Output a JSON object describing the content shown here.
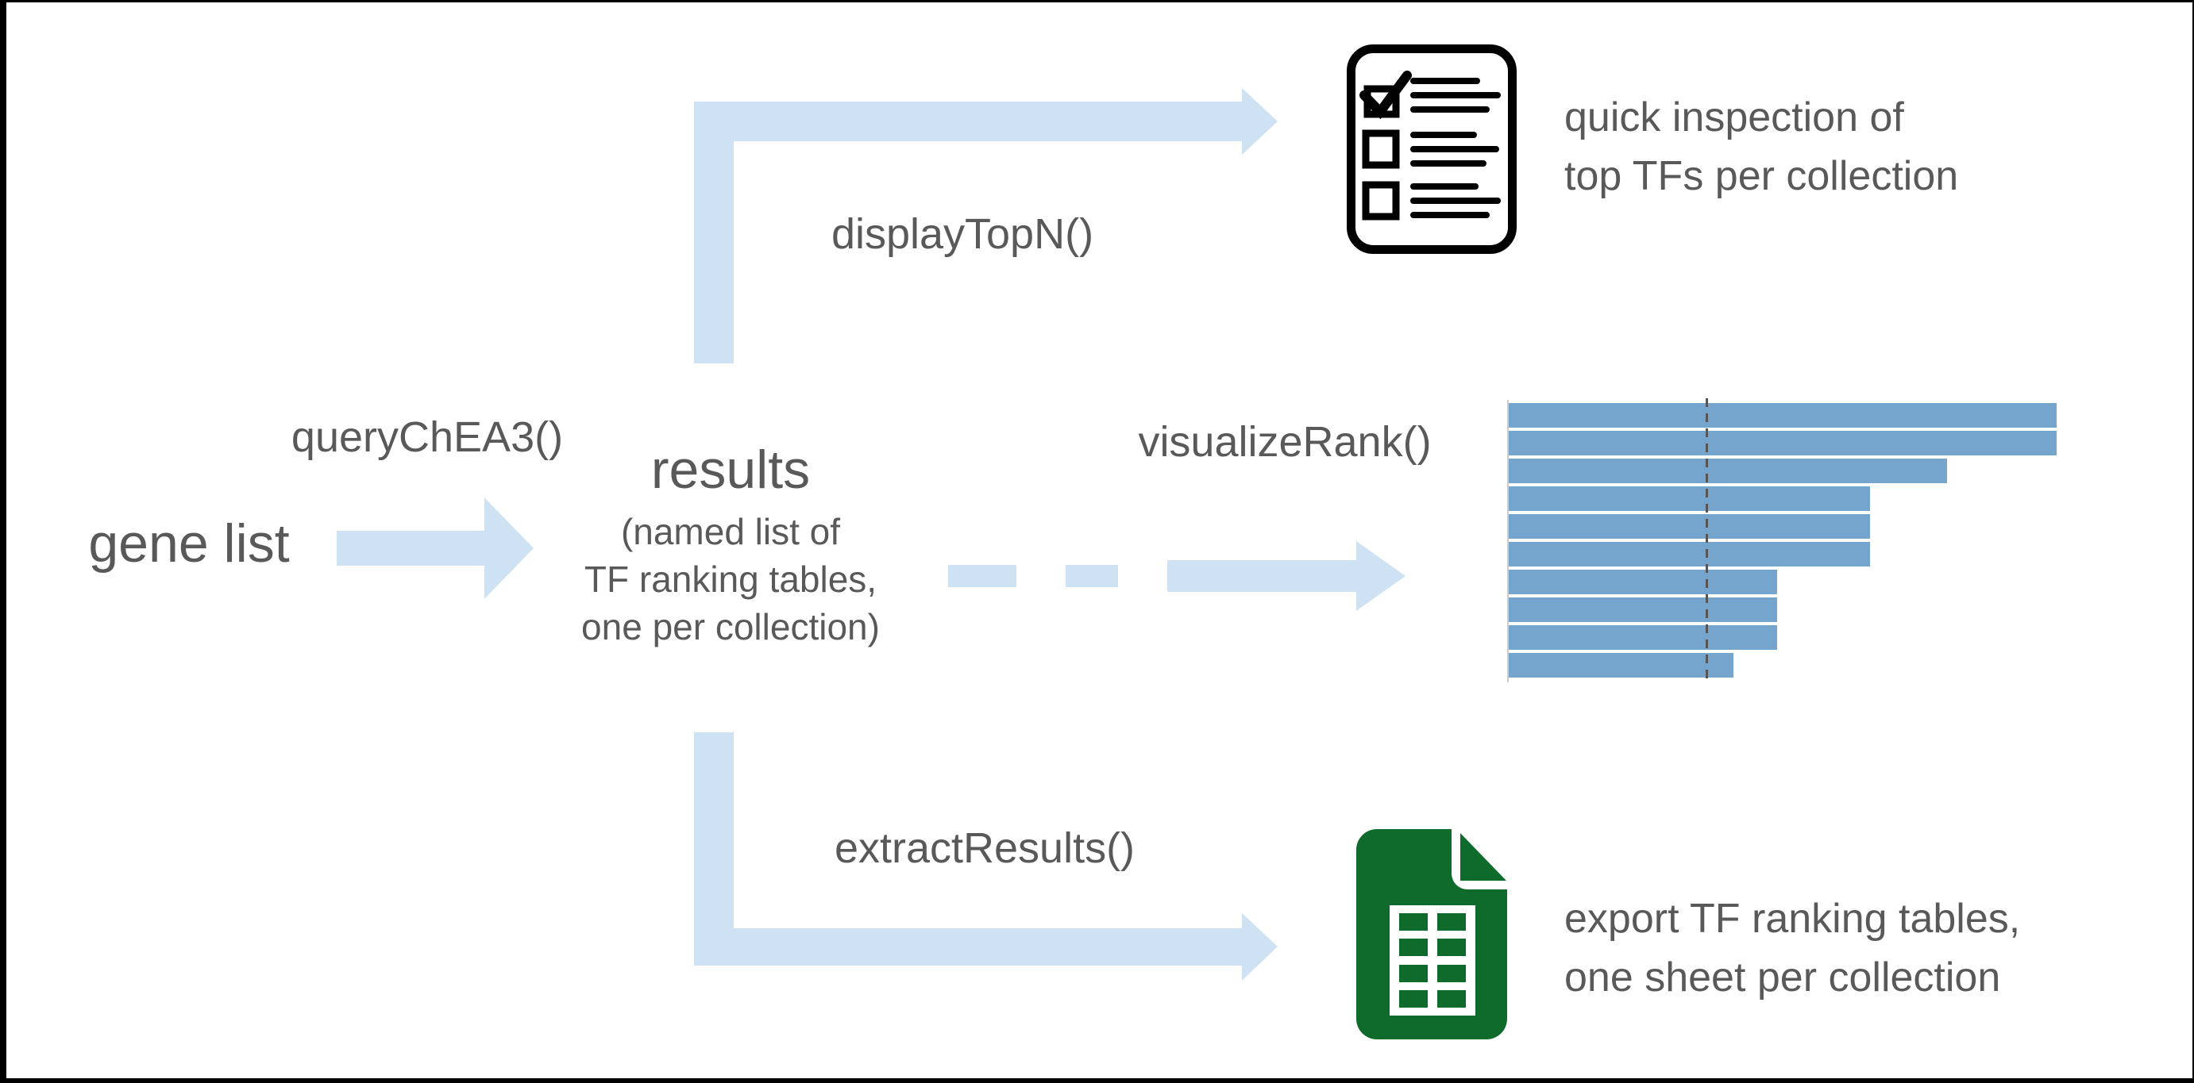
{
  "figure": {
    "kind": "workflow-diagram",
    "colors": {
      "arrow_light_blue": "#cfe2f3",
      "bar_blue": "#75a5cc",
      "text_gray": "#595959",
      "checklist_black": "#000000",
      "spreadsheet_green": "#0e6b2b"
    },
    "nodes": {
      "gene_list": "gene list",
      "results_title": "results",
      "results_sub": [
        "(named list of",
        "TF ranking tables,",
        "one per collection)"
      ]
    },
    "function_labels": {
      "query": "queryChEA3()",
      "display_top_n": "displayTopN()",
      "visualize_rank": "visualizeRank()",
      "extract_results": "extractResults()"
    },
    "annotations": {
      "inspect": [
        "quick inspection of",
        "top TFs per collection"
      ],
      "export": [
        "export TF ranking tables,",
        "one sheet per collection"
      ]
    },
    "icons": {
      "checklist": "checklist-icon",
      "spreadsheet": "spreadsheet-icon"
    }
  },
  "chart_data": {
    "type": "bar",
    "orientation": "horizontal",
    "title": "",
    "xlabel": "",
    "ylabel": "",
    "bar_count": 10,
    "values_pct_of_max": [
      100,
      100,
      80,
      66,
      66,
      66,
      49,
      49,
      49,
      41
    ],
    "reference_line_pct_of_max": 36,
    "reference_line_style": "dashed",
    "bar_color": "#75a5cc",
    "grid": false,
    "tick_labels": false,
    "legend": false
  }
}
